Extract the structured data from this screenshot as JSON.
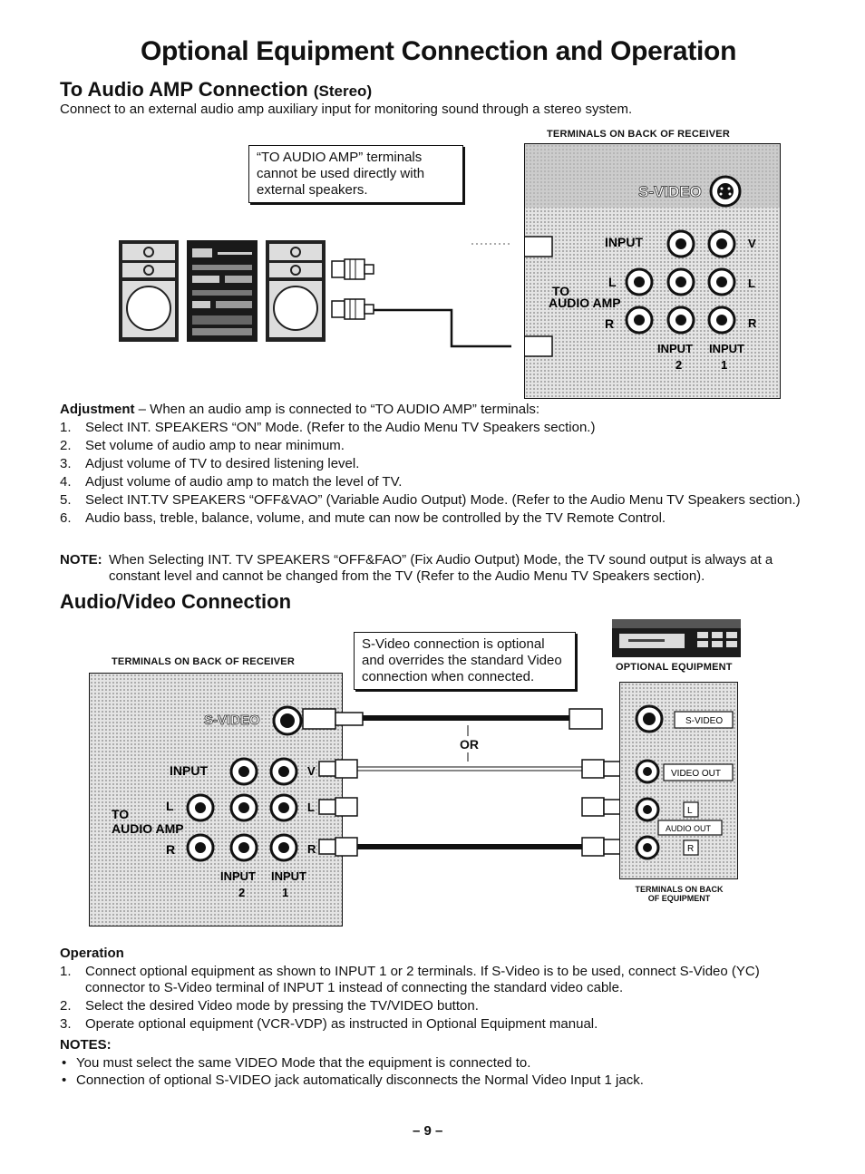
{
  "title": "Optional Equipment Connection and Operation",
  "section1": {
    "heading": "To Audio AMP Connection",
    "heading_suffix": "(Stereo)",
    "intro": "Connect to an external audio amp auxiliary input for monitoring sound through a stereo system.",
    "terminals_caption": "TERMINALS ON BACK OF RECEIVER",
    "callout": "“TO AUDIO AMP” terminals cannot be used directly with external speakers.",
    "panel_labels": {
      "s_video": "S-VIDEO",
      "input": "INPUT",
      "to": "TO",
      "audio_amp": "AUDIO AMP",
      "v": "V",
      "l": "L",
      "r": "R",
      "l2": "L",
      "r2": "R",
      "input_a": "INPUT",
      "input_b": "INPUT",
      "num_2": "2",
      "num_1": "1"
    },
    "adjustment_label": "Adjustment",
    "adjustment_text": " – When an audio amp is connected to “TO AUDIO AMP” terminals:",
    "steps": [
      {
        "num": "1.",
        "text": "Select INT. SPEAKERS “ON” Mode. (Refer to the Audio Menu TV Speakers section.)"
      },
      {
        "num": "2.",
        "text": "Set volume of audio amp to near minimum."
      },
      {
        "num": "3.",
        "text": "Adjust volume of TV to desired listening level."
      },
      {
        "num": "4.",
        "text": "Adjust volume of audio amp to match the level of TV."
      },
      {
        "num": "5.",
        "text": "Select INT.TV SPEAKERS “OFF&VAO” (Variable Audio Output) Mode. (Refer to the Audio Menu TV Speakers section.)"
      },
      {
        "num": "6.",
        "text": "Audio bass, treble, balance, volume, and mute can now be controlled by the TV Remote Control."
      }
    ],
    "note_label": "NOTE:",
    "note_text": "When Selecting INT. TV SPEAKERS “OFF&FAO” (Fix Audio Output) Mode, the TV sound output is always at a constant level and cannot be changed from the TV (Refer to the Audio Menu TV Speakers section)."
  },
  "section2": {
    "heading": "Audio/Video Connection",
    "terminals_caption": "TERMINALS ON BACK OF RECEIVER",
    "callout": "S-Video connection is optional and overrides the standard Video connection when connected.",
    "optional_equipment_caption": "OPTIONAL EQUIPMENT",
    "or_label": "OR",
    "panel_labels": {
      "s_video": "S-VIDEO",
      "input": "INPUT",
      "to": "TO",
      "audio_amp": "AUDIO AMP",
      "v": "V",
      "l": "L",
      "r": "R",
      "l2": "L",
      "r2": "R",
      "input_a": "INPUT",
      "input_b": "INPUT",
      "num_2": "2",
      "num_1": "1"
    },
    "equipment_labels": {
      "s_video": "S-VIDEO",
      "video_out": "VIDEO OUT",
      "l": "L",
      "audio_out": "AUDIO OUT",
      "r": "R"
    },
    "equipment_caption_1": "TERMINALS ON BACK",
    "equipment_caption_2": "OF EQUIPMENT",
    "operation_label": "Operation",
    "steps": [
      {
        "num": "1.",
        "text": "Connect optional equipment as shown to INPUT 1 or 2 terminals. If S-Video is to be used, connect S-Video (YC) connector to S-Video terminal of INPUT 1 instead of connecting the standard video cable."
      },
      {
        "num": "2.",
        "text": "Select the desired Video mode by pressing the TV/VIDEO button."
      },
      {
        "num": "3.",
        "text": "Operate optional equipment (VCR-VDP) as instructed in Optional Equipment manual."
      }
    ],
    "notes_label": "NOTES:",
    "notes": [
      "You must select the same VIDEO Mode that the equipment is connected to.",
      "Connection of optional S-VIDEO jack automatically disconnects the Normal Video Input 1 jack."
    ]
  },
  "page_number": "– 9 –"
}
